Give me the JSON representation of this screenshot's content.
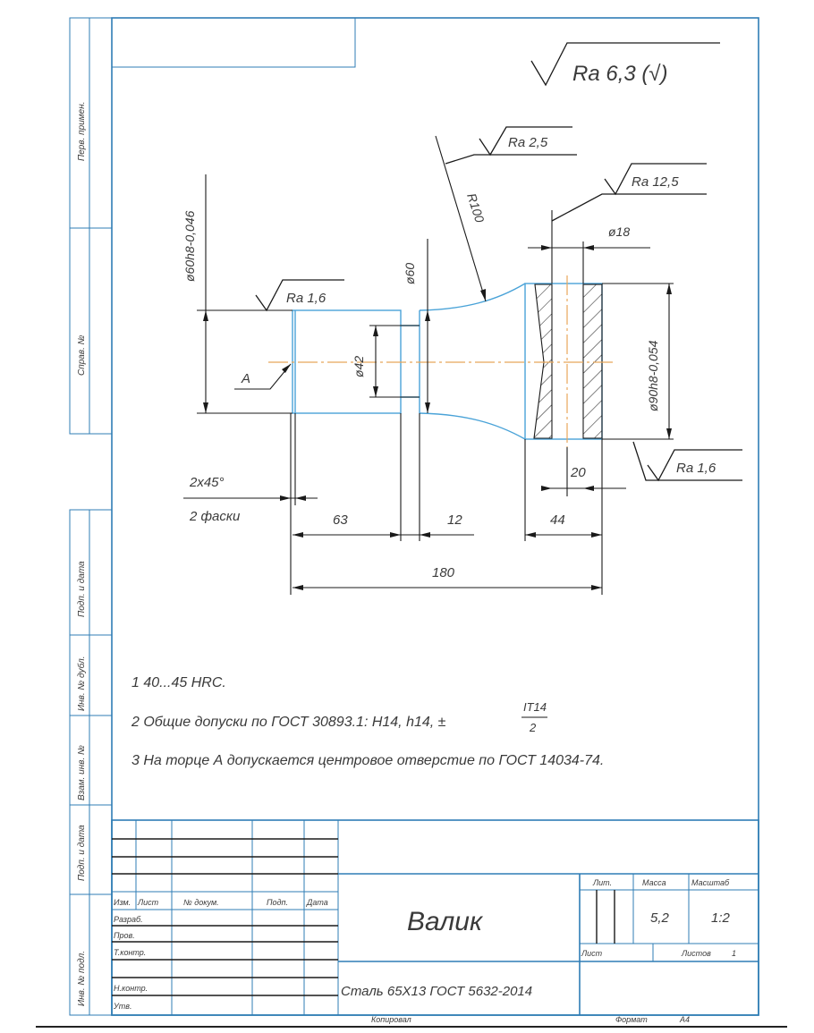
{
  "side_stamps": [
    "Перв. примен.",
    "Справ. №",
    "Подп. и дата",
    "Инв. № дубл.",
    "Взам. инв. №",
    "Подп. и дата",
    "Инв. № подл."
  ],
  "roughness_general": "Ra 6,3 (√)",
  "roughness": {
    "left_face": "Ra 1,6",
    "fillet": "Ra 2,5",
    "hole": "Ra 12,5",
    "flange": "Ra 1,6"
  },
  "dimensions": {
    "d60h8": "ø60h8-0,046",
    "d60": "ø60",
    "d42": "ø42",
    "r100": "R100",
    "d18": "ø18",
    "d90h8": "ø90h8-0,054",
    "chamfer": "2x45°",
    "chamfer_count": "2 фаски",
    "l63": "63",
    "l12": "12",
    "l44": "44",
    "l20": "20",
    "l180": "180",
    "face_label": "A"
  },
  "notes": [
    "1  40...45 HRC.",
    "2  Общие допуски по ГОСТ 30893.1: H14, h14, ±",
    "3  На торце А допускается центровое отверстие по ГОСТ 14034-74."
  ],
  "note2_fraction": {
    "numerator": "IT14",
    "denominator": "2"
  },
  "title_block": {
    "headers": [
      "Изм.",
      "Лист",
      "№ докум.",
      "Подп.",
      "Дата"
    ],
    "roles": [
      "Разраб.",
      "Пров.",
      "Т.контр.",
      "",
      "Н.контр.",
      "Утв."
    ],
    "name": "Валик",
    "material": "Сталь 65Х13 ГОСТ 5632-2014",
    "lit_label": "Лит.",
    "mass_label": "Масса",
    "scale_label": "Масштаб",
    "mass": "5,2",
    "scale": "1:2",
    "sheet_label": "Лист",
    "sheets_label": "Листов",
    "sheets": "1"
  },
  "footer": {
    "copied": "Копировал",
    "format_label": "Формат",
    "format": "A4"
  }
}
